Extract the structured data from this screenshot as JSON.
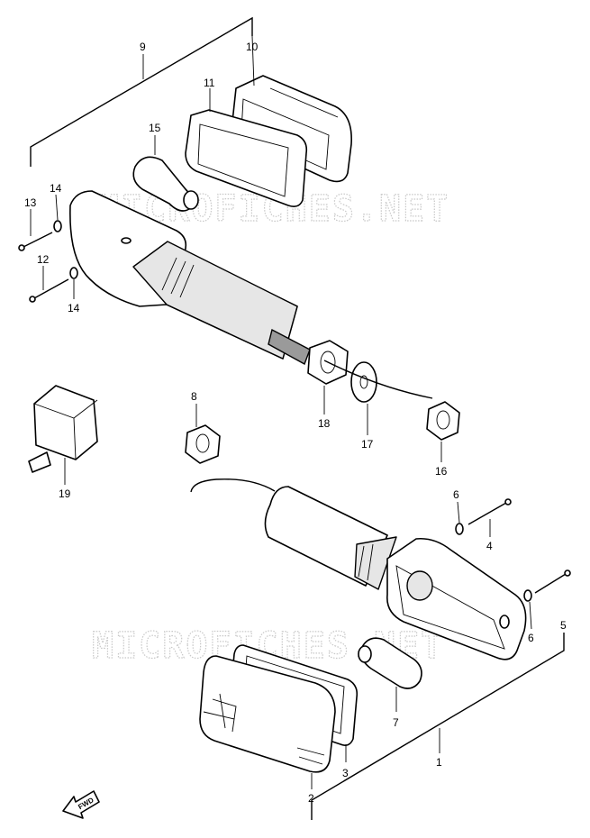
{
  "watermark": "MICROFICHES.NET",
  "fwd_label": "FWD",
  "callouts": {
    "c1": "1",
    "c2": "2",
    "c3": "3",
    "c4": "4",
    "c5": "5",
    "c6a": "6",
    "c6b": "6",
    "c7": "7",
    "c8": "8",
    "c9": "9",
    "c10": "10",
    "c11": "11",
    "c12": "12",
    "c13": "13",
    "c14a": "14",
    "c14b": "14",
    "c15": "15",
    "c16": "16",
    "c17": "17",
    "c18": "18",
    "c19": "19"
  }
}
